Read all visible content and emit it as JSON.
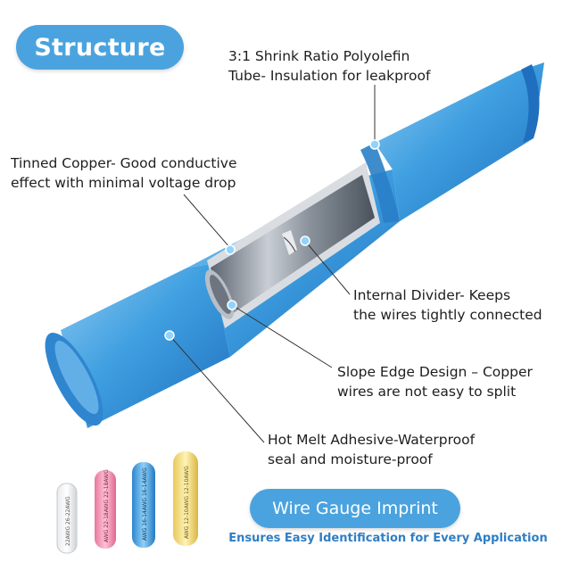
{
  "header": {
    "title": "Structure"
  },
  "callouts": [
    {
      "id": "tube",
      "lines": [
        "3:1 Shrink Ratio Polyolefin",
        "Tube- Insulation for leakproof"
      ]
    },
    {
      "id": "copper",
      "lines": [
        "Tinned Copper- Good conductive",
        "effect with minimal voltage drop"
      ]
    },
    {
      "id": "divider",
      "lines": [
        "Internal Divider- Keeps",
        "the wires tightly connected"
      ]
    },
    {
      "id": "slope",
      "lines": [
        "Slope Edge Design – Copper",
        "wires are not easy to split"
      ]
    },
    {
      "id": "adhesive",
      "lines": [
        "Hot Melt Adhesive-Waterproof",
        "seal and moisture-proof"
      ]
    }
  ],
  "footer": {
    "badge": "Wire Gauge Imprint",
    "subtitle": "Ensures Easy Identification for Every Application"
  },
  "connectors": [
    {
      "name": "white-connector",
      "imprint": "22AWG 26-22AWG"
    },
    {
      "name": "pink-connector",
      "imprint": "AWG 22-18AWG 22-18AWG"
    },
    {
      "name": "blue-connector",
      "imprint": "AWG 16-14AWG 16-14AWG"
    },
    {
      "name": "yellow-connector",
      "imprint": "AWG 12-10AWG 12-10AWG"
    }
  ],
  "colors": {
    "accent": "#4aa3df",
    "tube_blue": "#3f9fe0",
    "subtitle_blue": "#2f7ec4"
  }
}
